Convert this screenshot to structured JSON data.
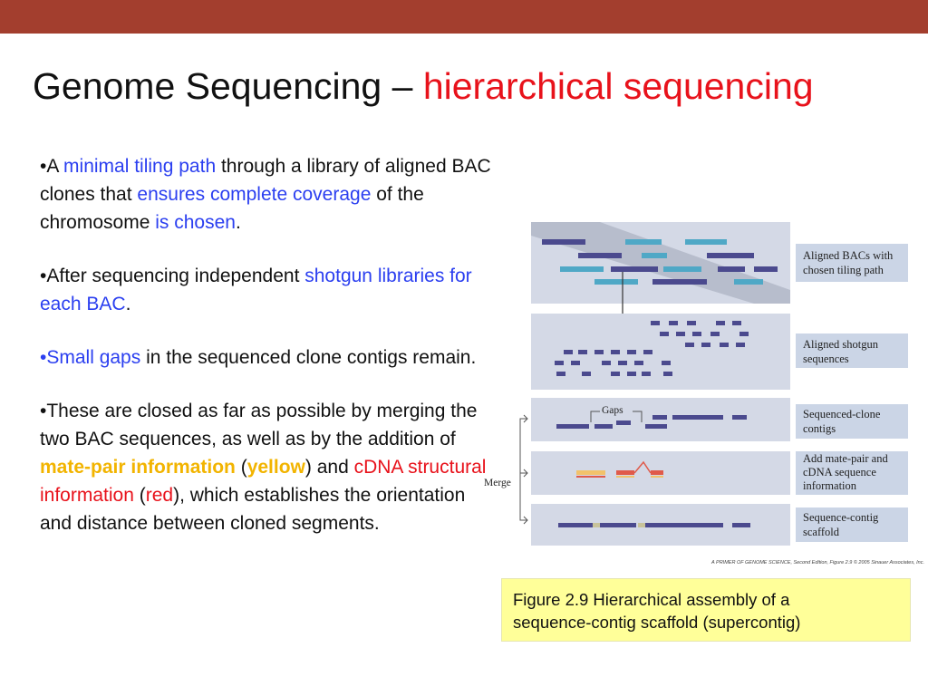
{
  "title": {
    "main": "Genome Sequencing – ",
    "highlight": "hierarchical sequencing"
  },
  "bullets": {
    "b1": {
      "p1": "•A ",
      "p2": "minimal tiling path",
      "p3": " through a library of aligned BAC clones that ",
      "p4": "ensures complete coverage",
      "p5": " of the chromosome ",
      "p6": "is chosen",
      "p7": "."
    },
    "b2": {
      "p1": "•After sequencing independent ",
      "p2": "shotgun libraries for each BAC",
      "p3": "."
    },
    "b3": {
      "p1": "•Small gaps",
      "p2": " in the sequenced clone contigs remain."
    },
    "b4": {
      "p1": "•These are closed as far as possible by merging the two BAC sequences, as well as by the addition of ",
      "p2": "mate-pair information",
      "p3": " (",
      "p4": "yellow",
      "p5": ") and ",
      "p6": "cDNA structural information",
      "p7": " (",
      "p8": "red",
      "p9": "), which establishes the orientation and distance between cloned segments."
    }
  },
  "figure": {
    "labels": {
      "panel1_line1": "Aligned BACs with",
      "panel1_line2": "chosen tiling path",
      "panel2_line1": "Aligned shotgun",
      "panel2_line2": "sequences",
      "panel3_line1": "Sequenced-clone",
      "panel3_line2": "contigs",
      "panel4_line1": "Add mate-pair and",
      "panel4_line2": "cDNA sequence",
      "panel4_line3": "information",
      "panel5_line1": "Sequence-contig",
      "panel5_line2": "scaffold"
    },
    "gaps_label": "Gaps",
    "merge_label": "Merge",
    "credit": "A PRIMER OF GENOME SCIENCE, Second Edition, Figure 2.9 © 2005 Sinauer Associates, Inc.",
    "colors": {
      "panel_bg": "#d4d9e6",
      "label_bg": "#cbd5e6",
      "dark_bar": "#4b4a8e",
      "teal_bar": "#4fa8c6",
      "mate_pair": "#f2c26a",
      "cdna": "#e05a4a"
    }
  },
  "caption": {
    "line1": "Figure 2.9  Hierarchical assembly of a",
    "line2": "sequence-contig scaffold (supercontig)"
  }
}
